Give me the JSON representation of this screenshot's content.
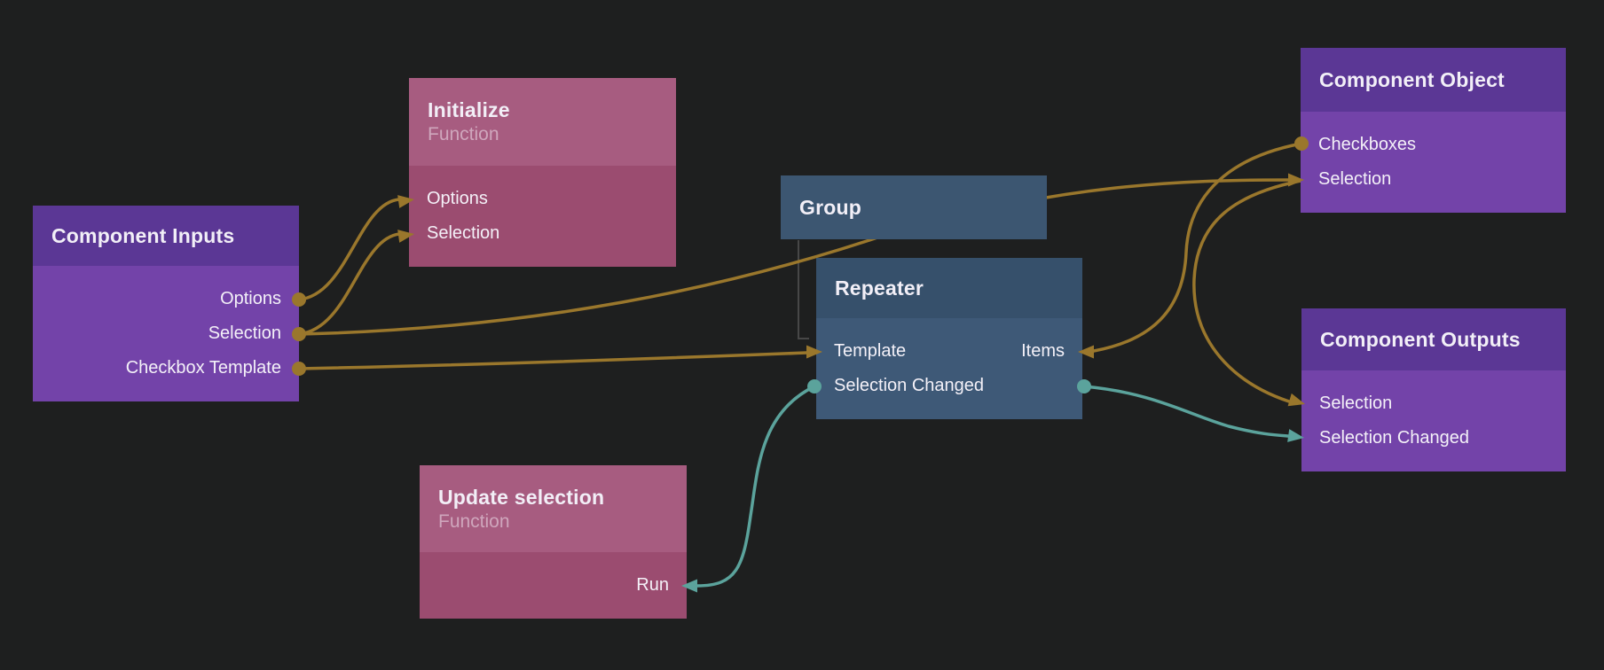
{
  "canvas": {
    "background_color": "#1e1f1f",
    "description": "Node graph editor canvas with wired nodes"
  },
  "colors": {
    "canvas_bg": "#1e1f1f",
    "wire_orange": "#9a772c",
    "wire_teal": "#5ba39c",
    "purple_header": "#5b3795",
    "purple_body": "#7343a9",
    "pink_header": "#a75c80",
    "pink_body": "#9b4c70",
    "blue_header": "#36506b",
    "blue_body": "#3e5977",
    "group_fill": "#3c5671",
    "hierarchy_line": "#474747"
  },
  "nodes": {
    "comp_inputs": {
      "title": "Component Inputs",
      "ports": [
        "Options",
        "Selection",
        "Checkbox Template"
      ],
      "port_side": "output-right"
    },
    "initialize": {
      "title": "Initialize",
      "subtitle": "Function",
      "ports": [
        "Options",
        "Selection"
      ],
      "port_side": "input-left"
    },
    "group": {
      "title": "Group"
    },
    "repeater": {
      "title": "Repeater",
      "ports_left": [
        "Template",
        "Selection Changed"
      ],
      "ports_right": [
        "Items"
      ]
    },
    "comp_object": {
      "title": "Component Object",
      "ports": [
        "Checkboxes",
        "Selection"
      ],
      "port_side": "left"
    },
    "comp_outputs": {
      "title": "Component Outputs",
      "ports": [
        "Selection",
        "Selection Changed"
      ],
      "port_side": "input-left"
    },
    "update_selection": {
      "title": "Update selection",
      "subtitle": "Function",
      "ports": [
        "Run"
      ],
      "port_side": "input-right"
    }
  },
  "connections": [
    {
      "from": "Component Inputs.Options",
      "to": "Initialize.Options",
      "color": "orange"
    },
    {
      "from": "Component Inputs.Selection",
      "to": "Initialize.Selection",
      "color": "orange"
    },
    {
      "from": "Component Inputs.Selection",
      "to": "Component Object.Selection",
      "color": "orange"
    },
    {
      "from": "Component Inputs.Checkbox Template",
      "to": "Repeater.Template",
      "color": "orange"
    },
    {
      "from": "Component Object.Checkboxes",
      "to": "Repeater.Items",
      "color": "orange"
    },
    {
      "from": "Component Object.Selection",
      "to": "Component Outputs.Selection",
      "color": "orange"
    },
    {
      "from": "Repeater.Selection Changed",
      "to": "Update selection.Run",
      "color": "teal"
    },
    {
      "from": "Repeater.Selection Changed",
      "to": "Component Outputs.Selection Changed",
      "color": "teal"
    },
    {
      "from": "Group",
      "to": "Repeater",
      "type": "hierarchy"
    }
  ]
}
